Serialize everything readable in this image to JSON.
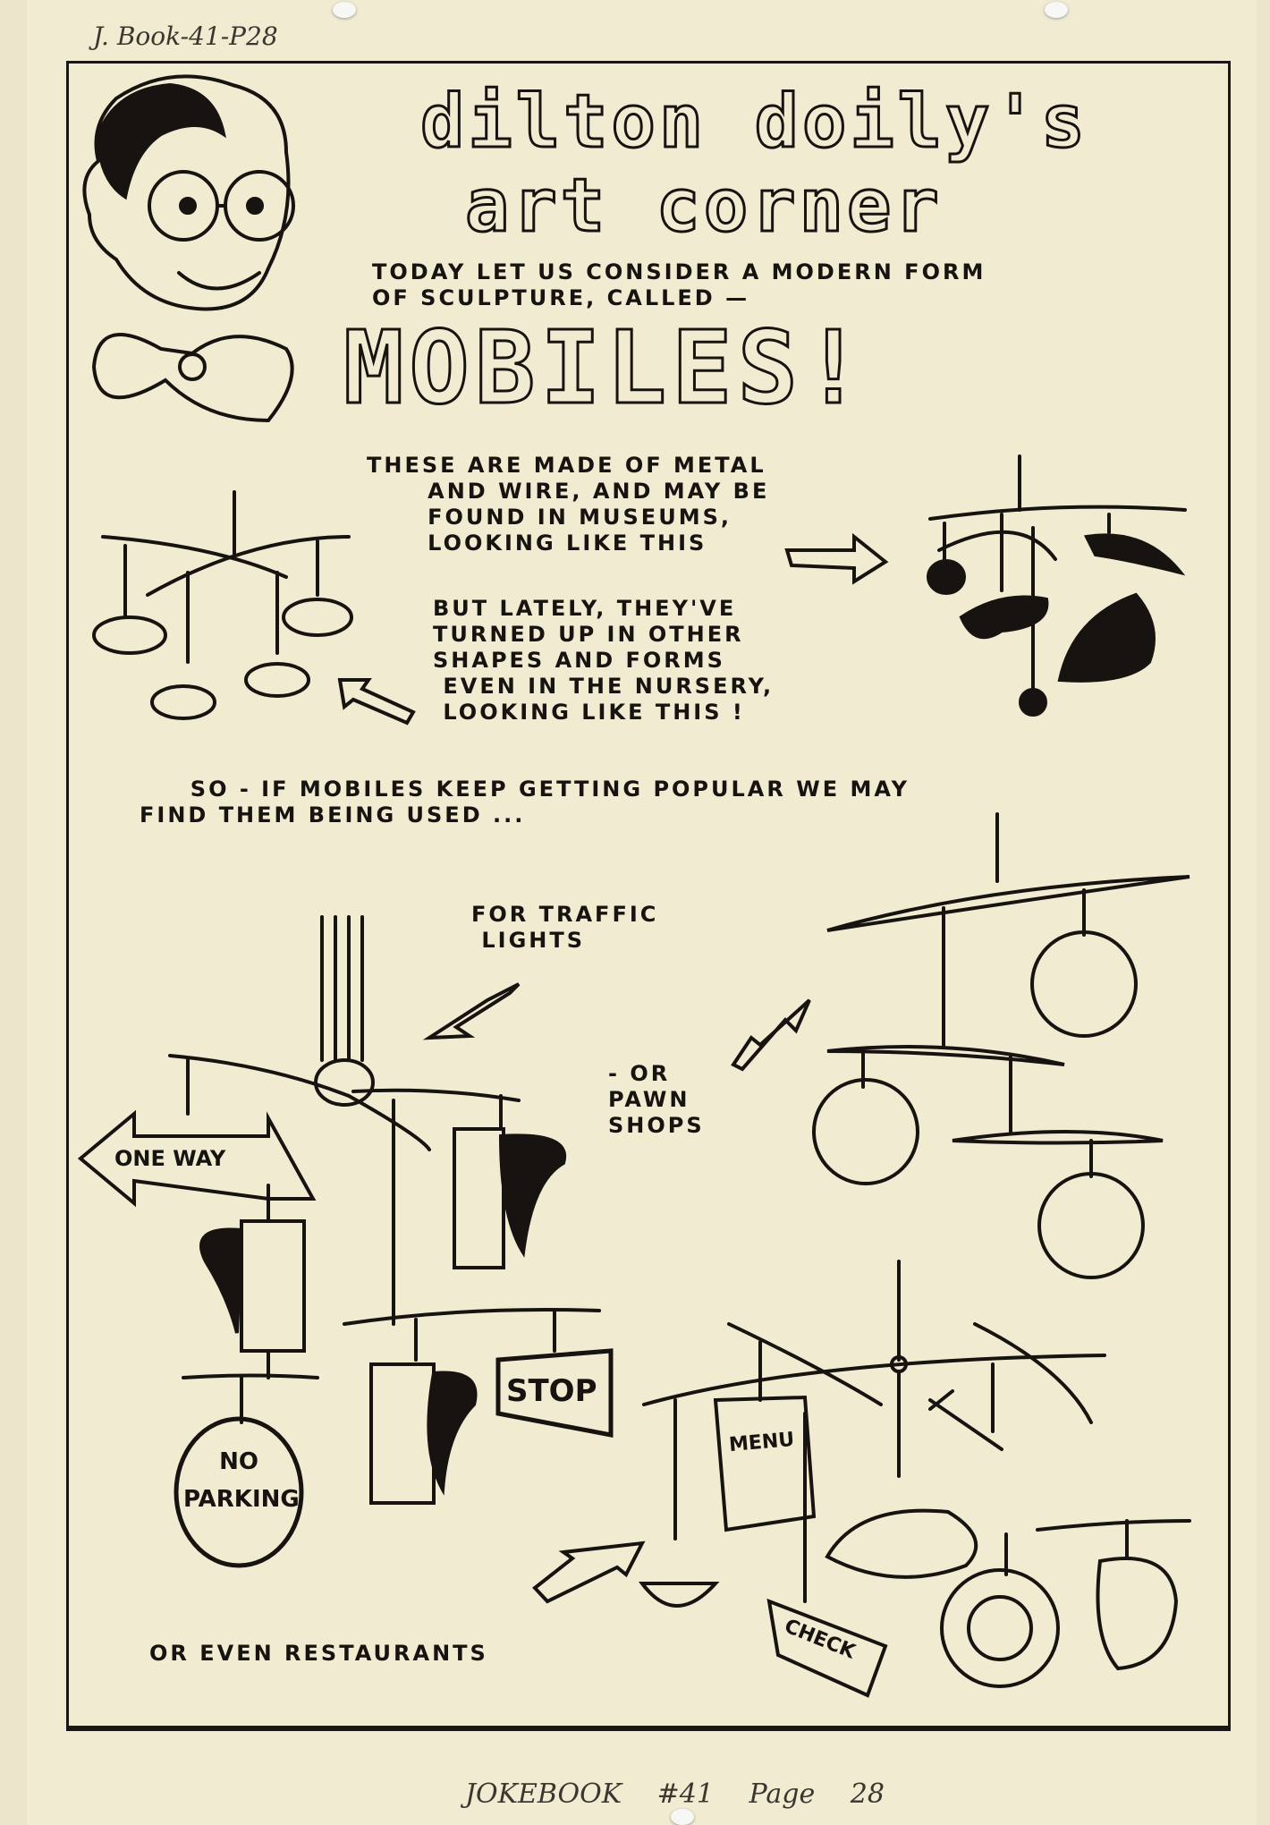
{
  "margin_notes": {
    "top": "J. Book-41-P28",
    "bottom": "JOKEBOOK  #41  Page 28"
  },
  "header": {
    "title_line1": "dilton doily's",
    "title_line2": "art corner",
    "intro": "TODAY LET US CONSIDER A MODERN FORM\nOF SCULPTURE, CALLED —",
    "headline": "MOBILES!"
  },
  "captions": {
    "museum": "THESE ARE MADE OF METAL\n      AND WIRE, AND MAY BE\n      FOUND IN MUSEUMS,\n      LOOKING LIKE THIS",
    "nursery": "BUT LATELY, THEY'VE\nTURNED UP IN OTHER\nSHAPES AND FORMS\n EVEN IN THE NURSERY,\n LOOKING LIKE THIS !",
    "popular": "     SO - IF MOBILES KEEP GETTING POPULAR WE MAY\nFIND THEM BEING USED ...",
    "traffic": "FOR TRAFFIC\n LIGHTS",
    "pawn": "- OR\nPAWN\nSHOPS",
    "restaurants": "OR EVEN RESTAURANTS"
  },
  "signs": {
    "one_way": "ONE WAY",
    "stop": "STOP",
    "no_parking_1": "NO",
    "no_parking_2": "PARKING",
    "menu": "MENU",
    "check": "CHECK"
  }
}
